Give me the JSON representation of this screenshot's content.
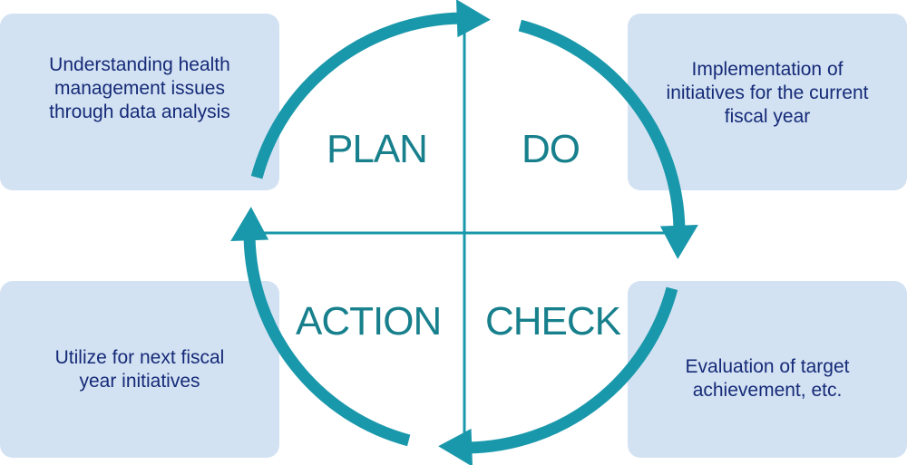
{
  "boxes": {
    "top_left": "Understanding health management issues through data analysis",
    "top_right": "Implementation of initiatives for the current fiscal year",
    "bottom_left": "Utilize for next fiscal year initiatives",
    "bottom_right": "Evaluation of target achievement, etc."
  },
  "phases": {
    "plan": "PLAN",
    "do": "DO",
    "check": "CHECK",
    "action": "ACTION"
  },
  "colors": {
    "ring": "#1a98ab",
    "label": "#17808c",
    "box_bg": "#d3e2f2",
    "box_text": "#152a78"
  }
}
